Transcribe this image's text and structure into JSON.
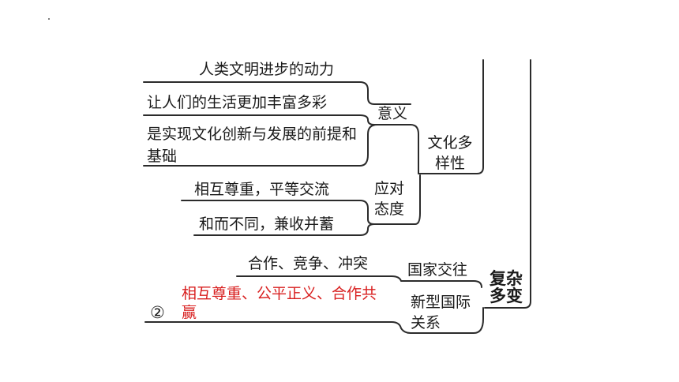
{
  "colors": {
    "line": "#2b2b2b",
    "text": "#1a1a1a",
    "highlight": "#d81e1e"
  },
  "diagram": {
    "root": "复杂多变",
    "culture_diversity": {
      "label": "文化多样性",
      "meaning": {
        "label": "意义",
        "items": [
          "人类文明进步的动力",
          "让人们的生活更加丰富多彩",
          "是实现文化创新与发展的前提和基础"
        ]
      },
      "attitude": {
        "label": "应对态度",
        "items": [
          "相互尊重，平等交流",
          "和而不同，兼收并蓄"
        ]
      }
    },
    "national_exchange": {
      "label": "国家交往",
      "items": [
        "合作、竞争、冲突"
      ]
    },
    "new_relations": {
      "label": "新型国际关系",
      "marker": "②",
      "answer": "相互尊重、公平正义、合作共赢"
    }
  }
}
